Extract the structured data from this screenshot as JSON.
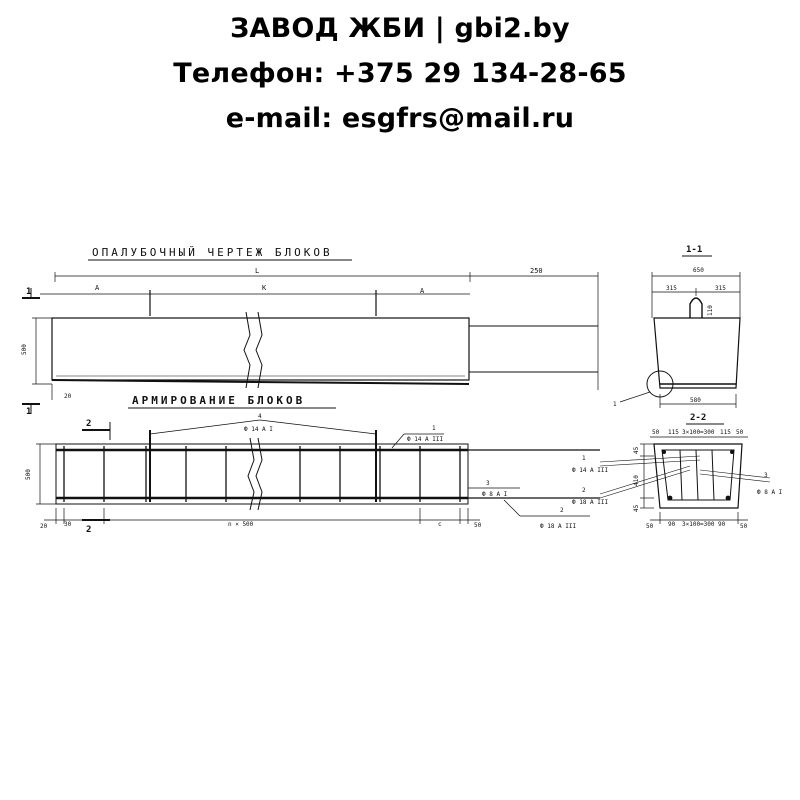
{
  "header": {
    "line1": "ЗАВОД ЖБИ | gbi2.by",
    "line2": "Телефон: +375 29 134-28-65",
    "line3": "e-mail: esgfrs@mail.ru"
  },
  "formwork": {
    "title": "ОПАЛУБОЧНЫЙ ЧЕРТЕЖ БЛОКОВ",
    "dim_L": "L",
    "dim_250": "250",
    "dim_A_left": "A",
    "dim_K": "K",
    "dim_A_right": "A",
    "dim_height": "500",
    "dim_20": "20",
    "section_mark": "1"
  },
  "section_1_1": {
    "title": "1-1",
    "dim_top": "650",
    "dim_left": "315",
    "dim_right": "315",
    "dim_loop": "110",
    "dim_bottom": "580",
    "callout": "1"
  },
  "reinforcement": {
    "title": "АРМИРОВАНИЕ БЛОКОВ",
    "mark_4": "4",
    "bar_4": "Ф 14 А I",
    "mark_1": "1",
    "bar_1": "Ф 14 А III",
    "mark_3": "3",
    "bar_3": "Ф 8 А I",
    "mark_2": "2",
    "bar_2": "Ф 18 А III",
    "section_mark": "2",
    "dim_height": "500",
    "dim_20": "20",
    "dim_30": "30",
    "dim_spacing": "n × 500",
    "dim_c": "c",
    "dim_50": "50"
  },
  "section_2_2": {
    "title": "2-2",
    "top_dims": [
      "50",
      "115",
      "3×100=300",
      "115",
      "50"
    ],
    "bottom_dims": [
      "50",
      "90",
      "3×100=300",
      "90",
      "50"
    ],
    "dim_45_top": "45",
    "dim_height": "410",
    "dim_45_bottom": "45",
    "mark_1": "1",
    "bar_1": "Ф 14 А III",
    "mark_2": "2",
    "bar_2": "Ф 18 А III",
    "mark_3": "3",
    "bar_3": "Ф 8 А I"
  }
}
